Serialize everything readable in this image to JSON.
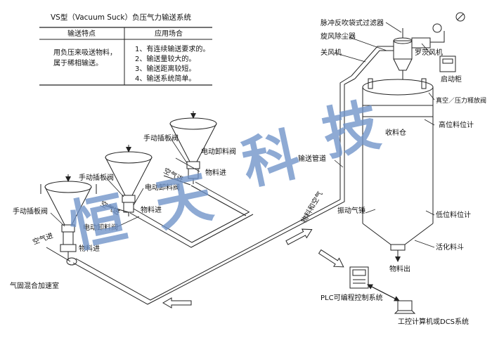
{
  "title": "VS型（Vacuum Suck）负压气力输送系统",
  "table": {
    "headers": [
      "输送特点",
      "应用场合"
    ],
    "feature_lines": [
      "用负压来吸送物料，",
      "属于稀相输送。"
    ],
    "application_lines": [
      "1、有连续输送要求的。",
      "2、输送量较大的。",
      "3、输送距离较短。",
      "4、输送系统简单。"
    ]
  },
  "labels": {
    "pulse_filter": "脉冲反吹袋式过滤器",
    "cyclone": "旋风除尘器",
    "rotary_valve": "关风机",
    "roots_blower": "罗茨风机",
    "start_cabinet": "启动柜",
    "vacuum_valve": "真空／压力释放阀",
    "high_level": "高位料位计",
    "silo": "收料仓",
    "pipeline": "输送管道",
    "material_air": "物料和空气",
    "vibrator": "振动气锤",
    "low_level": "低位料位计",
    "fluidizing_hopper": "活化料斗",
    "material_out": "物料出",
    "plc": "PLC可编程控制系统",
    "computer": "工控计算机或DCS系统",
    "manual_gate_1": "手动插板阀",
    "manual_gate_2": "手动插板阀",
    "manual_gate_3": "手动插板阀",
    "electric_valve_1": "电动卸料阀",
    "electric_valve_2": "电动卸料阀",
    "electric_valve_3": "电动卸料阀",
    "material_in_1": "物料进",
    "material_in_2": "物料进",
    "material_in_3": "物料进",
    "air_in_1": "空气进",
    "air_in_2": "空气进",
    "air_in_3": "空气进",
    "air_chamber": "气固混合加速室"
  },
  "watermark": [
    "恒",
    "天",
    "科",
    "技"
  ],
  "colors": {
    "line": "#222222",
    "watermark": "#6f93c9",
    "background": "#ffffff"
  }
}
